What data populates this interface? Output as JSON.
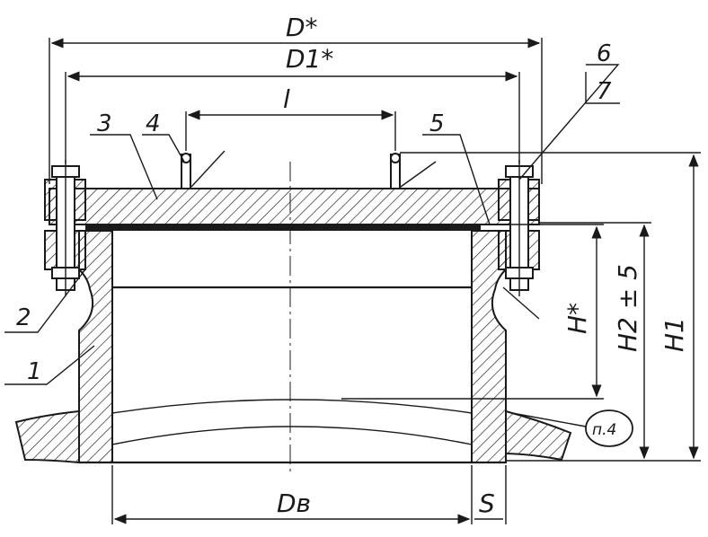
{
  "labels": {
    "dim_D": "D*",
    "dim_D1": "D1*",
    "dim_l": "l",
    "dim_H": "H*",
    "dim_H2": "H2 ± 5",
    "dim_H1": "H1",
    "dim_Dv": "Dв",
    "dim_S": "S",
    "note": "п.4",
    "callout_1": "1",
    "callout_2": "2",
    "callout_3": "3",
    "callout_4": "4",
    "callout_5": "5",
    "callout_6": "6",
    "callout_7": "7"
  }
}
